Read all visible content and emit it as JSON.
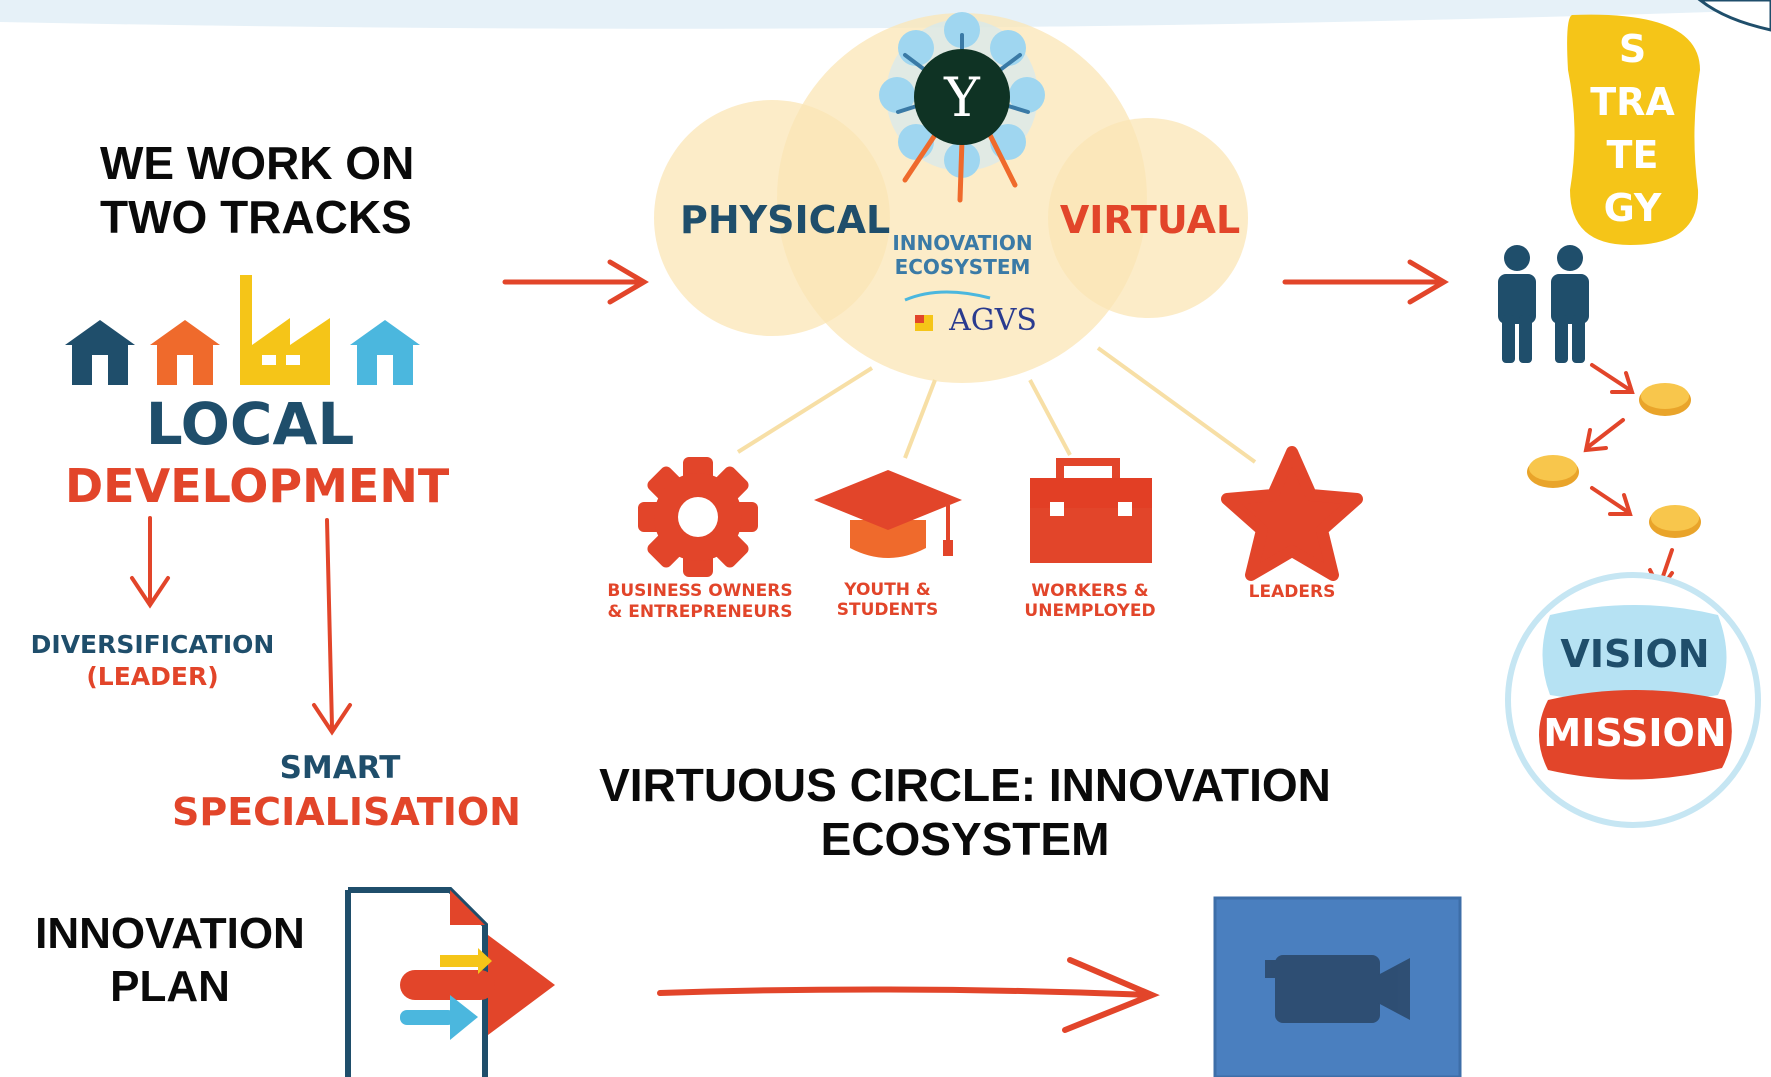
{
  "left": {
    "heading_line1": "WE WORK ON",
    "heading_line2": "TWO TRACKS",
    "local": "LOCAL",
    "development": "DEVELOPMENT",
    "diversification": "DIVERSIFICATION",
    "leader_paren": "(LEADER)",
    "smart": "SMART",
    "specialisation": "SPECIALISATION"
  },
  "center": {
    "physical": "PHYSICAL",
    "virtual": "VIRTUAL",
    "innovation": "INNOVATION",
    "ecosystem": "ECOSYSTEM",
    "logo_text": "AGVS",
    "circle_title_line1": "VIRTUOUS CIRCLE: INNOVATION",
    "circle_title_line2": "ECOSYSTEM"
  },
  "groups": [
    {
      "line1": "BUSINESS OWNERS",
      "line2": "& ENTREPRENEURS",
      "icon": "gear-icon"
    },
    {
      "line1": "YOUTH &",
      "line2": "STUDENTS",
      "icon": "graduation-cap-icon"
    },
    {
      "line1": "WORKERS &",
      "line2": "UNEMPLOYED",
      "icon": "briefcase-icon"
    },
    {
      "line1": "LEADERS",
      "line2": "",
      "icon": "star-icon"
    }
  ],
  "right": {
    "strategy_lines": [
      "S",
      "TRA",
      "TE",
      "GY"
    ],
    "vision": "VISION",
    "mission": "MISSION"
  },
  "bottom": {
    "plan_line1": "INNOVATION",
    "plan_line2": "PLAN"
  },
  "colors": {
    "navy": "#1f4e6b",
    "red": "#e2452a",
    "orange": "#ef6a2c",
    "yellow": "#f5c518",
    "light_blue": "#4bb7de",
    "cream": "#fbe6b6",
    "video_blue": "#4a7fbf"
  }
}
